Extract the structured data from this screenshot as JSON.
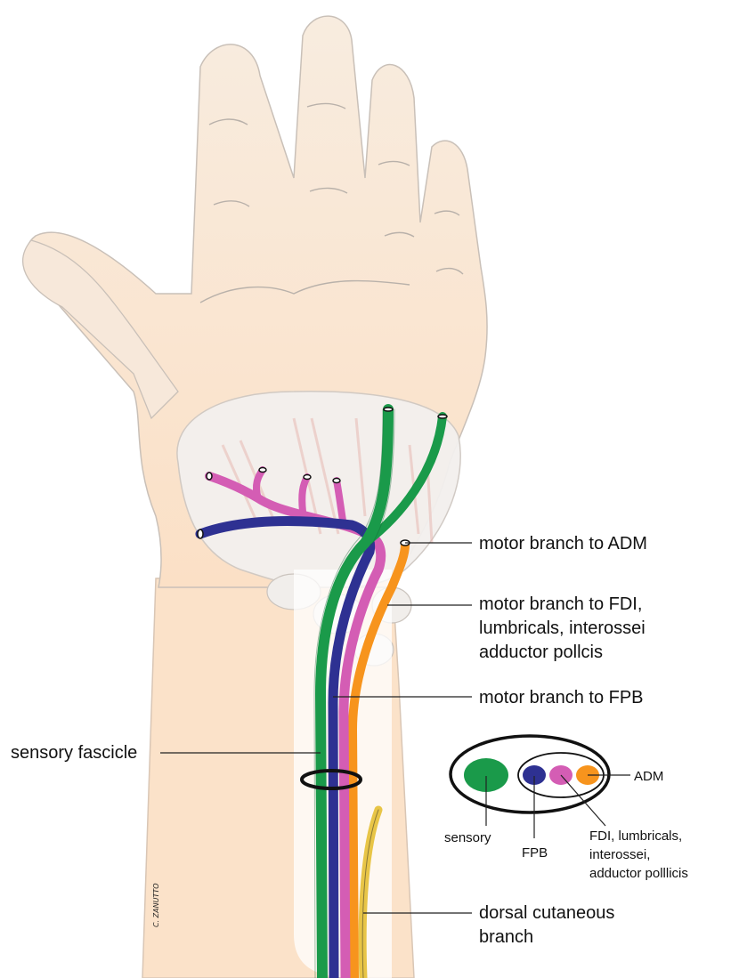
{
  "labels": {
    "motor_adm": "motor branch to ADM",
    "motor_fdi_line1": "motor branch to FDI,",
    "motor_fdi_line2": "lumbricals, interossei",
    "motor_fdi_line3": "adductor pollcis",
    "motor_fpb": "motor branch to FPB",
    "sensory_fascicle": "sensory fascicle",
    "dorsal_line1": "dorsal cutaneous",
    "dorsal_line2": "branch"
  },
  "cross_section": {
    "adm": "ADM",
    "sensory": "sensory",
    "fpb": "FPB",
    "fdi_line1": "FDI, lumbricals,",
    "fdi_line2": "interossei,",
    "fdi_line3": "adductor polllicis"
  },
  "signature": "C. ZANUTTO",
  "colors": {
    "sensory_green": "#1a9a4a",
    "fpb_blue": "#2e3192",
    "fdi_pink": "#d45db4",
    "adm_orange": "#f7941d",
    "dorsal_yellow": "#e8c547",
    "skin": "#fbe3cc"
  }
}
